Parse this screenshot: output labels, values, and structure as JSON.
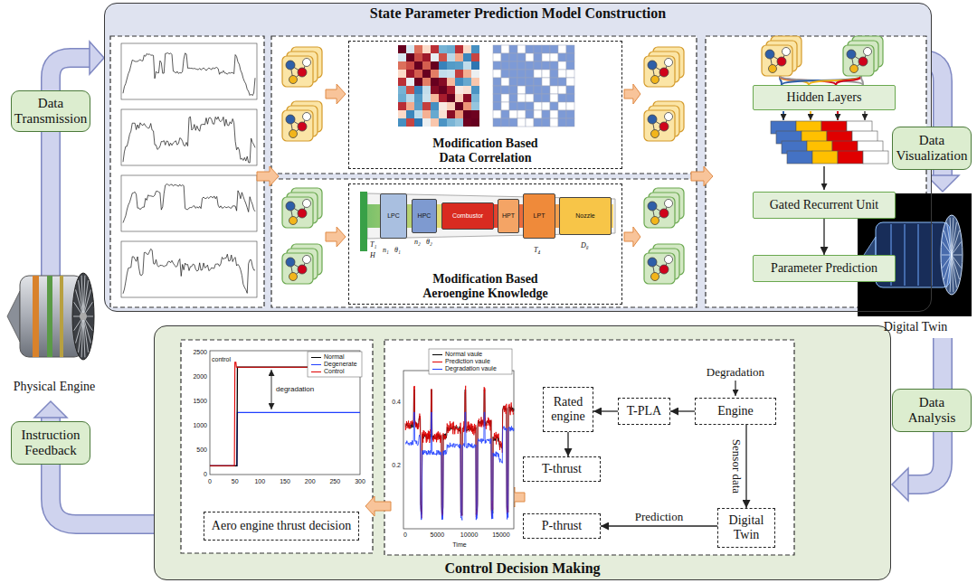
{
  "diagram": {
    "nodes": [
      {
        "text": [
          "State Parameter Prediction Model Construction"
        ]
      },
      {
        "text": [
          "Modification Based Data Correlation"
        ],
        "in": 0
      },
      {
        "text": [
          "Modification Based Aeroengine Knowledge"
        ],
        "in": 0
      },
      {
        "text": [
          "LPC"
        ],
        "in": 2
      },
      {
        "text": [
          "HPC"
        ],
        "in": 2
      },
      {
        "text": [
          "Combustor"
        ],
        "in": 2
      },
      {
        "text": [
          "HPT"
        ],
        "in": 2
      },
      {
        "text": [
          "LPT"
        ],
        "in": 2
      },
      {
        "text": [
          "Nozzle"
        ],
        "in": 2
      },
      {
        "text": [
          "Hidden Layers"
        ],
        "in": 0
      },
      {
        "text": [
          "Gated Recurrent Unit"
        ],
        "in": 0
      },
      {
        "text": [
          "Parameter Prediction"
        ],
        "in": 0
      },
      {
        "text": [
          "Data Transmission"
        ]
      },
      {
        "text": [
          "Data Visualization"
        ]
      },
      {
        "text": [
          "Instruction Feedback"
        ]
      },
      {
        "text": [
          "Data Analysis"
        ]
      },
      {
        "text": [
          "Control Decision Making"
        ]
      },
      {
        "text": [
          "Aero engine thrust decision"
        ],
        "in": 16
      },
      {
        "text": [
          "Rated engine"
        ],
        "in": 16
      },
      {
        "text": [
          "T-PLA"
        ],
        "in": 16
      },
      {
        "text": [
          "Engine"
        ],
        "in": 16
      },
      {
        "text": [
          "T-thrust"
        ],
        "in": 16
      },
      {
        "text": [
          "P-thrust"
        ],
        "in": 16
      },
      {
        "text": [
          "Digital Twin"
        ],
        "in": 16
      }
    ],
    "edges": [
      {
        "from": 10,
        "to": 11,
        "arrow": "to"
      },
      {
        "from": 20,
        "to": 19,
        "arrow": "to"
      },
      {
        "from": 19,
        "to": 18,
        "arrow": "to"
      },
      {
        "from": 18,
        "to": 21,
        "arrow": "to"
      },
      {
        "from": 20,
        "to": 23,
        "arrow": "to",
        "label": "Sensor data"
      },
      {
        "from": 23,
        "to": 22,
        "arrow": "to",
        "label": "Prediction"
      }
    ],
    "labels": [
      "Physical Engine",
      "Digital Twin",
      "T₁",
      "H",
      "n₁",
      "θ₁",
      "n₂",
      "θ₂",
      "T₄",
      "D₈",
      "Degradation",
      "2500",
      "2000",
      "1500",
      "1000",
      "500",
      "0",
      "0",
      "50",
      "100",
      "150",
      "200",
      "250",
      "300",
      "control",
      "degradation",
      "0.4",
      "0.2",
      "0",
      "5000",
      "10000",
      "15000",
      "Time"
    ],
    "legend": [
      {
        "text": "Normal"
      },
      {
        "text": "Degenerate"
      },
      {
        "text": "Control"
      },
      {
        "text": "Normal vaule"
      },
      {
        "text": "Prediction vaule"
      },
      {
        "text": "Degradation vaule"
      }
    ]
  }
}
